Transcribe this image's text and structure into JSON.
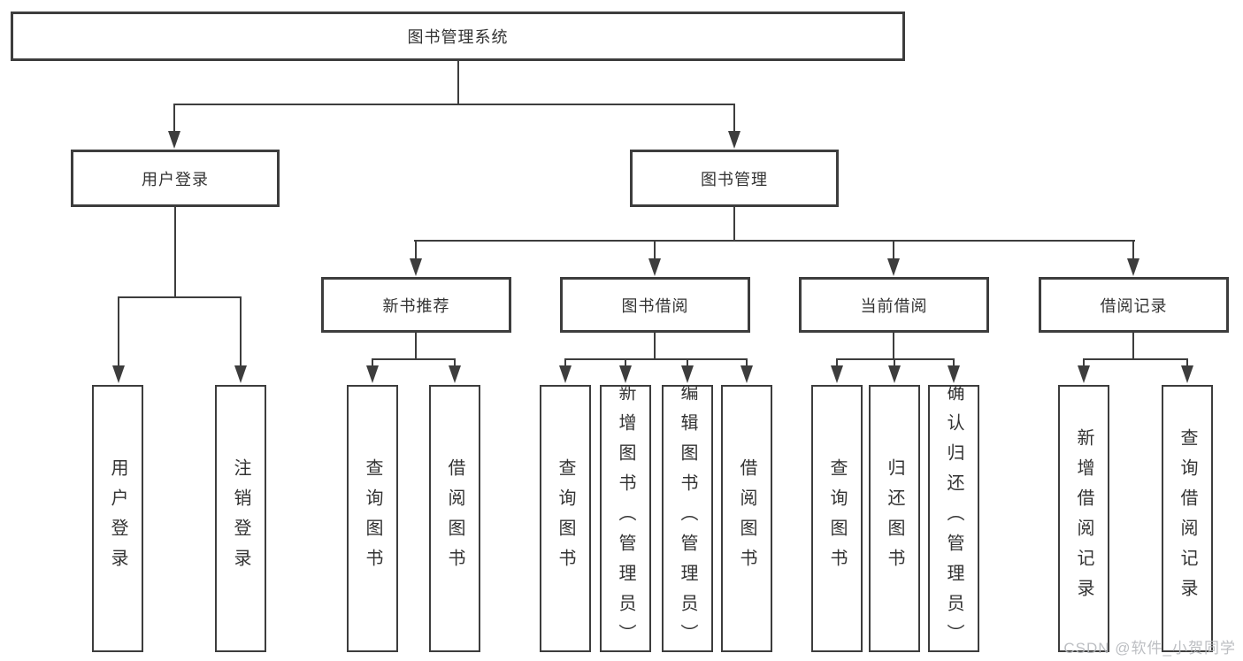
{
  "title": "图书管理系统",
  "tree": {
    "user": {
      "label": "用户登录",
      "children": [
        {
          "label": "用户登录"
        },
        {
          "label": "注销登录"
        }
      ]
    },
    "book": {
      "label": "图书管理",
      "children": [
        {
          "label": "新书推荐",
          "children": [
            {
              "label": "查询图书"
            },
            {
              "label": "借阅图书"
            }
          ]
        },
        {
          "label": "图书借阅",
          "children": [
            {
              "label": "查询图书"
            },
            {
              "label": "新增图书（管理员）"
            },
            {
              "label": "编辑图书（管理员）"
            },
            {
              "label": "借阅图书"
            }
          ]
        },
        {
          "label": "当前借阅",
          "children": [
            {
              "label": "查询图书"
            },
            {
              "label": "归还图书"
            },
            {
              "label": "确认归还（管理员）"
            }
          ]
        },
        {
          "label": "借阅记录",
          "children": [
            {
              "label": "新增借阅记录"
            },
            {
              "label": "查询借阅记录"
            }
          ]
        }
      ]
    }
  },
  "watermark": "CSDN @软件_小贺同学",
  "colors": {
    "line": "#3d3d3d",
    "text": "#333333",
    "background": "#ffffff",
    "watermark": "#b5b8bc"
  }
}
